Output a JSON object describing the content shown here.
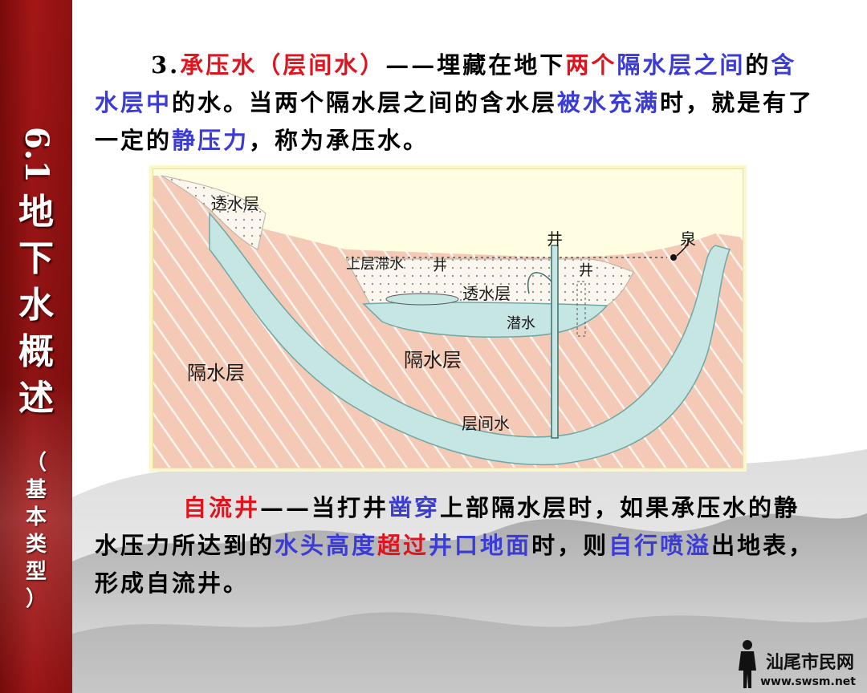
{
  "sidebar": {
    "number": "6.1",
    "title_chars": [
      "地",
      "下",
      "水",
      "概",
      "述"
    ],
    "subtitle_chars": [
      "（",
      "基",
      "本",
      "类",
      "型",
      "）"
    ]
  },
  "paragraph1": {
    "s1": "3.",
    "s2": "承压水（层间水）",
    "s3": "——埋藏在地下",
    "s4": "两个",
    "s5": "隔水层之间",
    "s6": "的",
    "s7": "含水层中",
    "s8": "的水。当两个隔水层之间的含水层",
    "s9": "被水充满",
    "s10": "时，就是有了一定的",
    "s11": "静压力",
    "s12": "，称为承压水。"
  },
  "diagram": {
    "label_permeable_top": "透水层",
    "label_perched_water": "上层滞水",
    "label_well1": "井",
    "label_well2": "井",
    "label_well3": "井",
    "label_permeable_mid": "透水层",
    "label_phreatic": "潜水",
    "label_spring": "泉",
    "label_aquiclude_left": "隔水层",
    "label_aquiclude_center": "隔水层",
    "label_interlayer_water": "层间水"
  },
  "paragraph2": {
    "s1": "自流井",
    "s2": "——当打井",
    "s3": "凿穿",
    "s4": "上部隔水层时，如果承压水的静水压力所达到的",
    "s5": "水头高度",
    "s6": "超过",
    "s7": "井口地面",
    "s8": "时，则",
    "s9": "自行喷溢",
    "s10": "出地表，形成自流井。"
  },
  "watermark": {
    "name": "汕尾市民网",
    "url": "www.swsm.net"
  },
  "colors": {
    "sidebar_red": "#a41616",
    "highlight_red": "#e0141e",
    "highlight_blue": "#3b3bd6",
    "aquiclude_pink": "#f2c4b0",
    "aquifer_blue": "#c6e6e4",
    "frame_yellow": "#fffde2"
  }
}
